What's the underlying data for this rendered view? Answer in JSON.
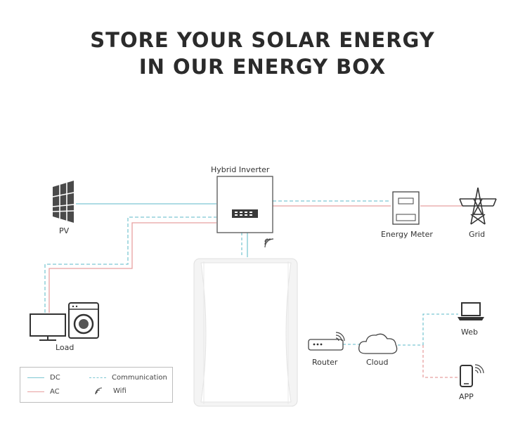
{
  "title_line1": "STORE YOUR SOLAR ENERGY",
  "title_line2": "IN OUR ENERGY BOX",
  "labels": {
    "hybrid_inverter": "Hybrid Inverter",
    "pv": "PV",
    "energy_meter": "Energy Meter",
    "grid": "Grid",
    "load": "Load",
    "router": "Router",
    "cloud": "Cloud",
    "web": "Web",
    "app": "APP"
  },
  "legend": {
    "dc": "DC",
    "ac": "AC",
    "communication": "Communication",
    "wifi": "Wifi"
  },
  "colors": {
    "dc": "#7ec8d3",
    "ac": "#e8a0a0",
    "communication": "#7ec8d3",
    "title": "#2b2b2b"
  }
}
